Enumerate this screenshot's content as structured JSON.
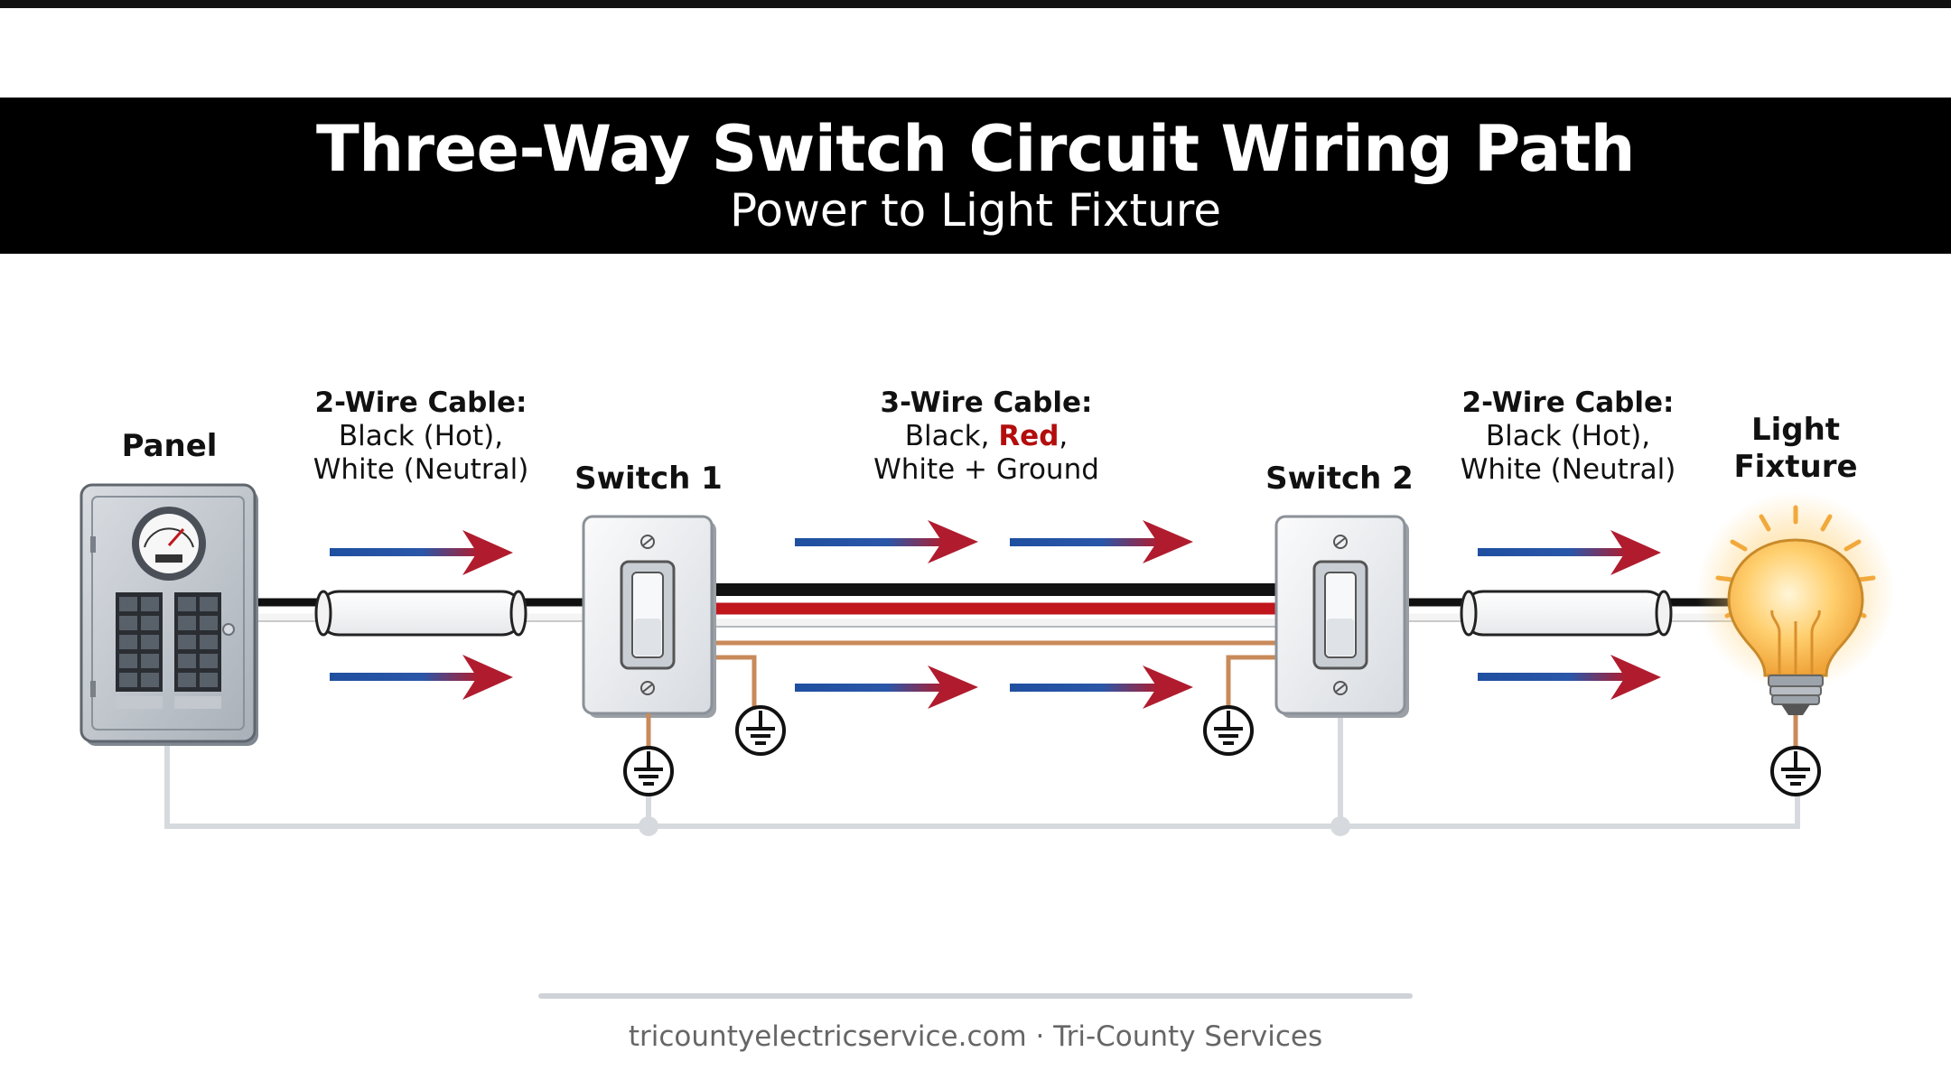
{
  "header": {
    "title": "Three-Way Switch Circuit Wiring Path",
    "subtitle": "Power to Light Fixture"
  },
  "nodes": {
    "panel": "Panel",
    "switch1": "Switch 1",
    "switch2": "Switch 2",
    "light_line1": "Light",
    "light_line2": "Fixture"
  },
  "cables": {
    "left": {
      "title": "2-Wire Cable:",
      "line1": "Black (Hot),",
      "line2": "White (Neutral)"
    },
    "middle": {
      "title": "3-Wire Cable:",
      "line1_a": "Black, ",
      "line1_red": "Red",
      "line1_b": ",",
      "line2": "White + Ground"
    },
    "right": {
      "title": "2-Wire Cable:",
      "line1": "Black (Hot),",
      "line2": "White (Neutral)"
    }
  },
  "footer": {
    "text": "tricountyelectricservice.com · Tri-County Services"
  },
  "colors": {
    "hot_wire": "#111111",
    "red_wire": "#c0161c",
    "ground_wire": "#c98a5a",
    "arrow_blue": "#1f4fa0",
    "arrow_red": "#b01c2e",
    "bond_line": "#d6dade"
  }
}
